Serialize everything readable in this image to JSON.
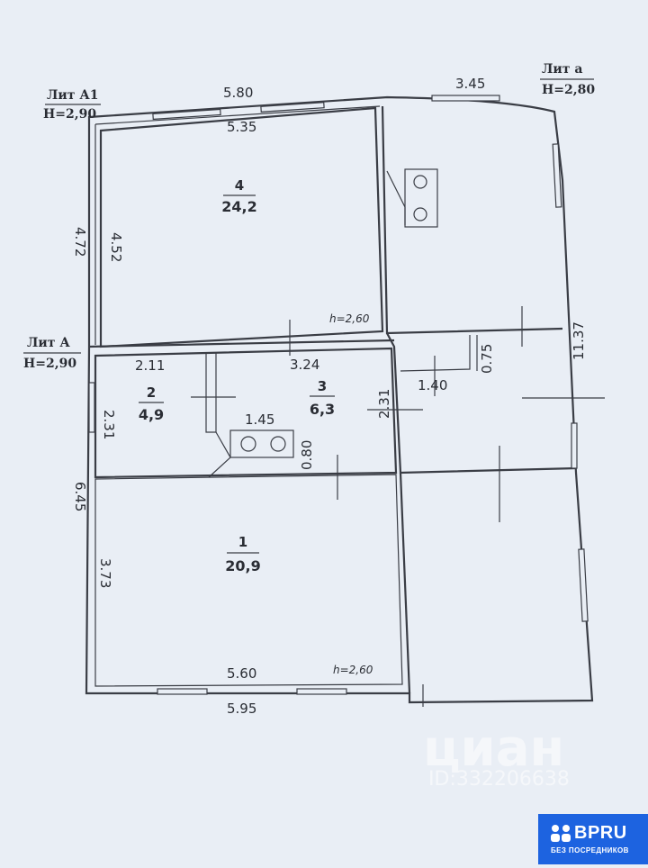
{
  "levels": {
    "lit_a1": "Лит А1",
    "h_a1": "H=2,90",
    "lit_a": "Лит А",
    "h_a": "H=2,90",
    "lit_a_small": "Лит а",
    "h_a_small": "H=2,80"
  },
  "dimensions": {
    "top_a1": "5.80",
    "top_inner": "5.35",
    "top_right": "3.45",
    "left_a1_outer": "4.72",
    "left_a1_inner": "4.52",
    "right_total": "11.37",
    "left_a_outer": "6.45",
    "room2_width": "2.11",
    "room3_width": "3.24",
    "room2_height": "2.31",
    "room3_height": "2.31",
    "stove_width": "1.45",
    "stove_depth": "0.80",
    "porch_width": "1.40",
    "porch_depth": "0.75",
    "room1_height": "3.73",
    "bottom_inner": "5.60",
    "bottom_outer": "5.95"
  },
  "rooms": [
    {
      "number": "4",
      "area": "24,2"
    },
    {
      "number": "2",
      "area": "4,9"
    },
    {
      "number": "3",
      "area": "6,3"
    },
    {
      "number": "1",
      "area": "20,9"
    }
  ],
  "heights": {
    "upper": "h=2,60",
    "lower": "h=2,60"
  },
  "watermark": {
    "text": "циан",
    "id": "ID:332206638"
  },
  "badge": {
    "brand": "BPRU",
    "sub": "БЕЗ ПОСРЕДНИКОВ",
    "color": "#1d63e0"
  }
}
